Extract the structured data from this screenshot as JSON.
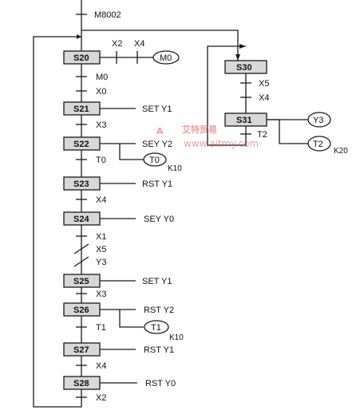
{
  "initial_contact": "M8002",
  "branch_left": {
    "top_step": "S20",
    "top_contacts": [
      "X2",
      "X4"
    ],
    "top_coil": "M0",
    "contacts_after_s20": [
      "M0",
      "X0"
    ],
    "steps": [
      {
        "name": "S21",
        "action": "SET Y1"
      },
      {
        "name": "S22",
        "action": "SEY Y2",
        "coil": "T0",
        "coil_param": "K10"
      },
      {
        "name": "S23",
        "action": "RST Y1"
      },
      {
        "name": "S24",
        "action": "SEY Y0"
      },
      {
        "name": "S25",
        "action": "SET Y1"
      },
      {
        "name": "S26",
        "action": "RST Y2",
        "coil": "T1",
        "coil_param": "K10"
      },
      {
        "name": "S27",
        "action": "RST Y1"
      },
      {
        "name": "S28",
        "action": "RST Y0"
      }
    ],
    "transitions": [
      "X3",
      "T0",
      "X4",
      "X1",
      "X5",
      "Y3",
      "X3",
      "T1",
      "X4",
      "X2"
    ]
  },
  "branch_right": {
    "step1": "S30",
    "contacts": [
      "X5",
      "X4"
    ],
    "step2": "S31",
    "coil1": "Y3",
    "transition": "T2",
    "coil2": "T2",
    "coil2_param": "K20"
  },
  "watermark": {
    "logo": "A",
    "cn": "艾特贸易",
    "url": "www.aitmy.com"
  }
}
